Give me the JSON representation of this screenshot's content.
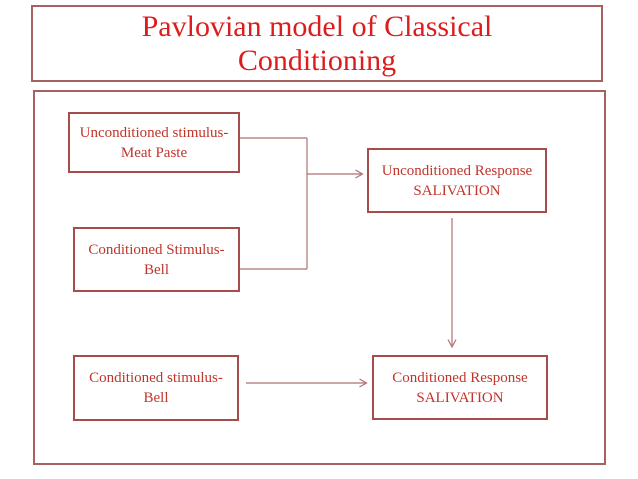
{
  "title": {
    "line1": "Pavlovian model of Classical",
    "line2": "Conditioning"
  },
  "diagram": {
    "boxes": [
      {
        "id": "unconditioned-stimulus",
        "line1": "Unconditioned stimulus-",
        "line2": "Meat Paste"
      },
      {
        "id": "conditioned-stimulus-paired",
        "line1": "Conditioned Stimulus-",
        "line2": "Bell"
      },
      {
        "id": "unconditioned-response",
        "line1": "Unconditioned Response",
        "line2": "SALIVATION"
      },
      {
        "id": "conditioned-stimulus-alone",
        "line1": "Conditioned stimulus-",
        "line2": "Bell"
      },
      {
        "id": "conditioned-response",
        "line1": "Conditioned Response",
        "line2": "SALIVATION"
      }
    ]
  },
  "colors": {
    "title_text": "#dd1d1d",
    "node_text": "#c1352b",
    "outer_border": "#a86161",
    "node_border": "#a64c4c",
    "connector_line": "#ad7272",
    "background": "#ffffff"
  }
}
